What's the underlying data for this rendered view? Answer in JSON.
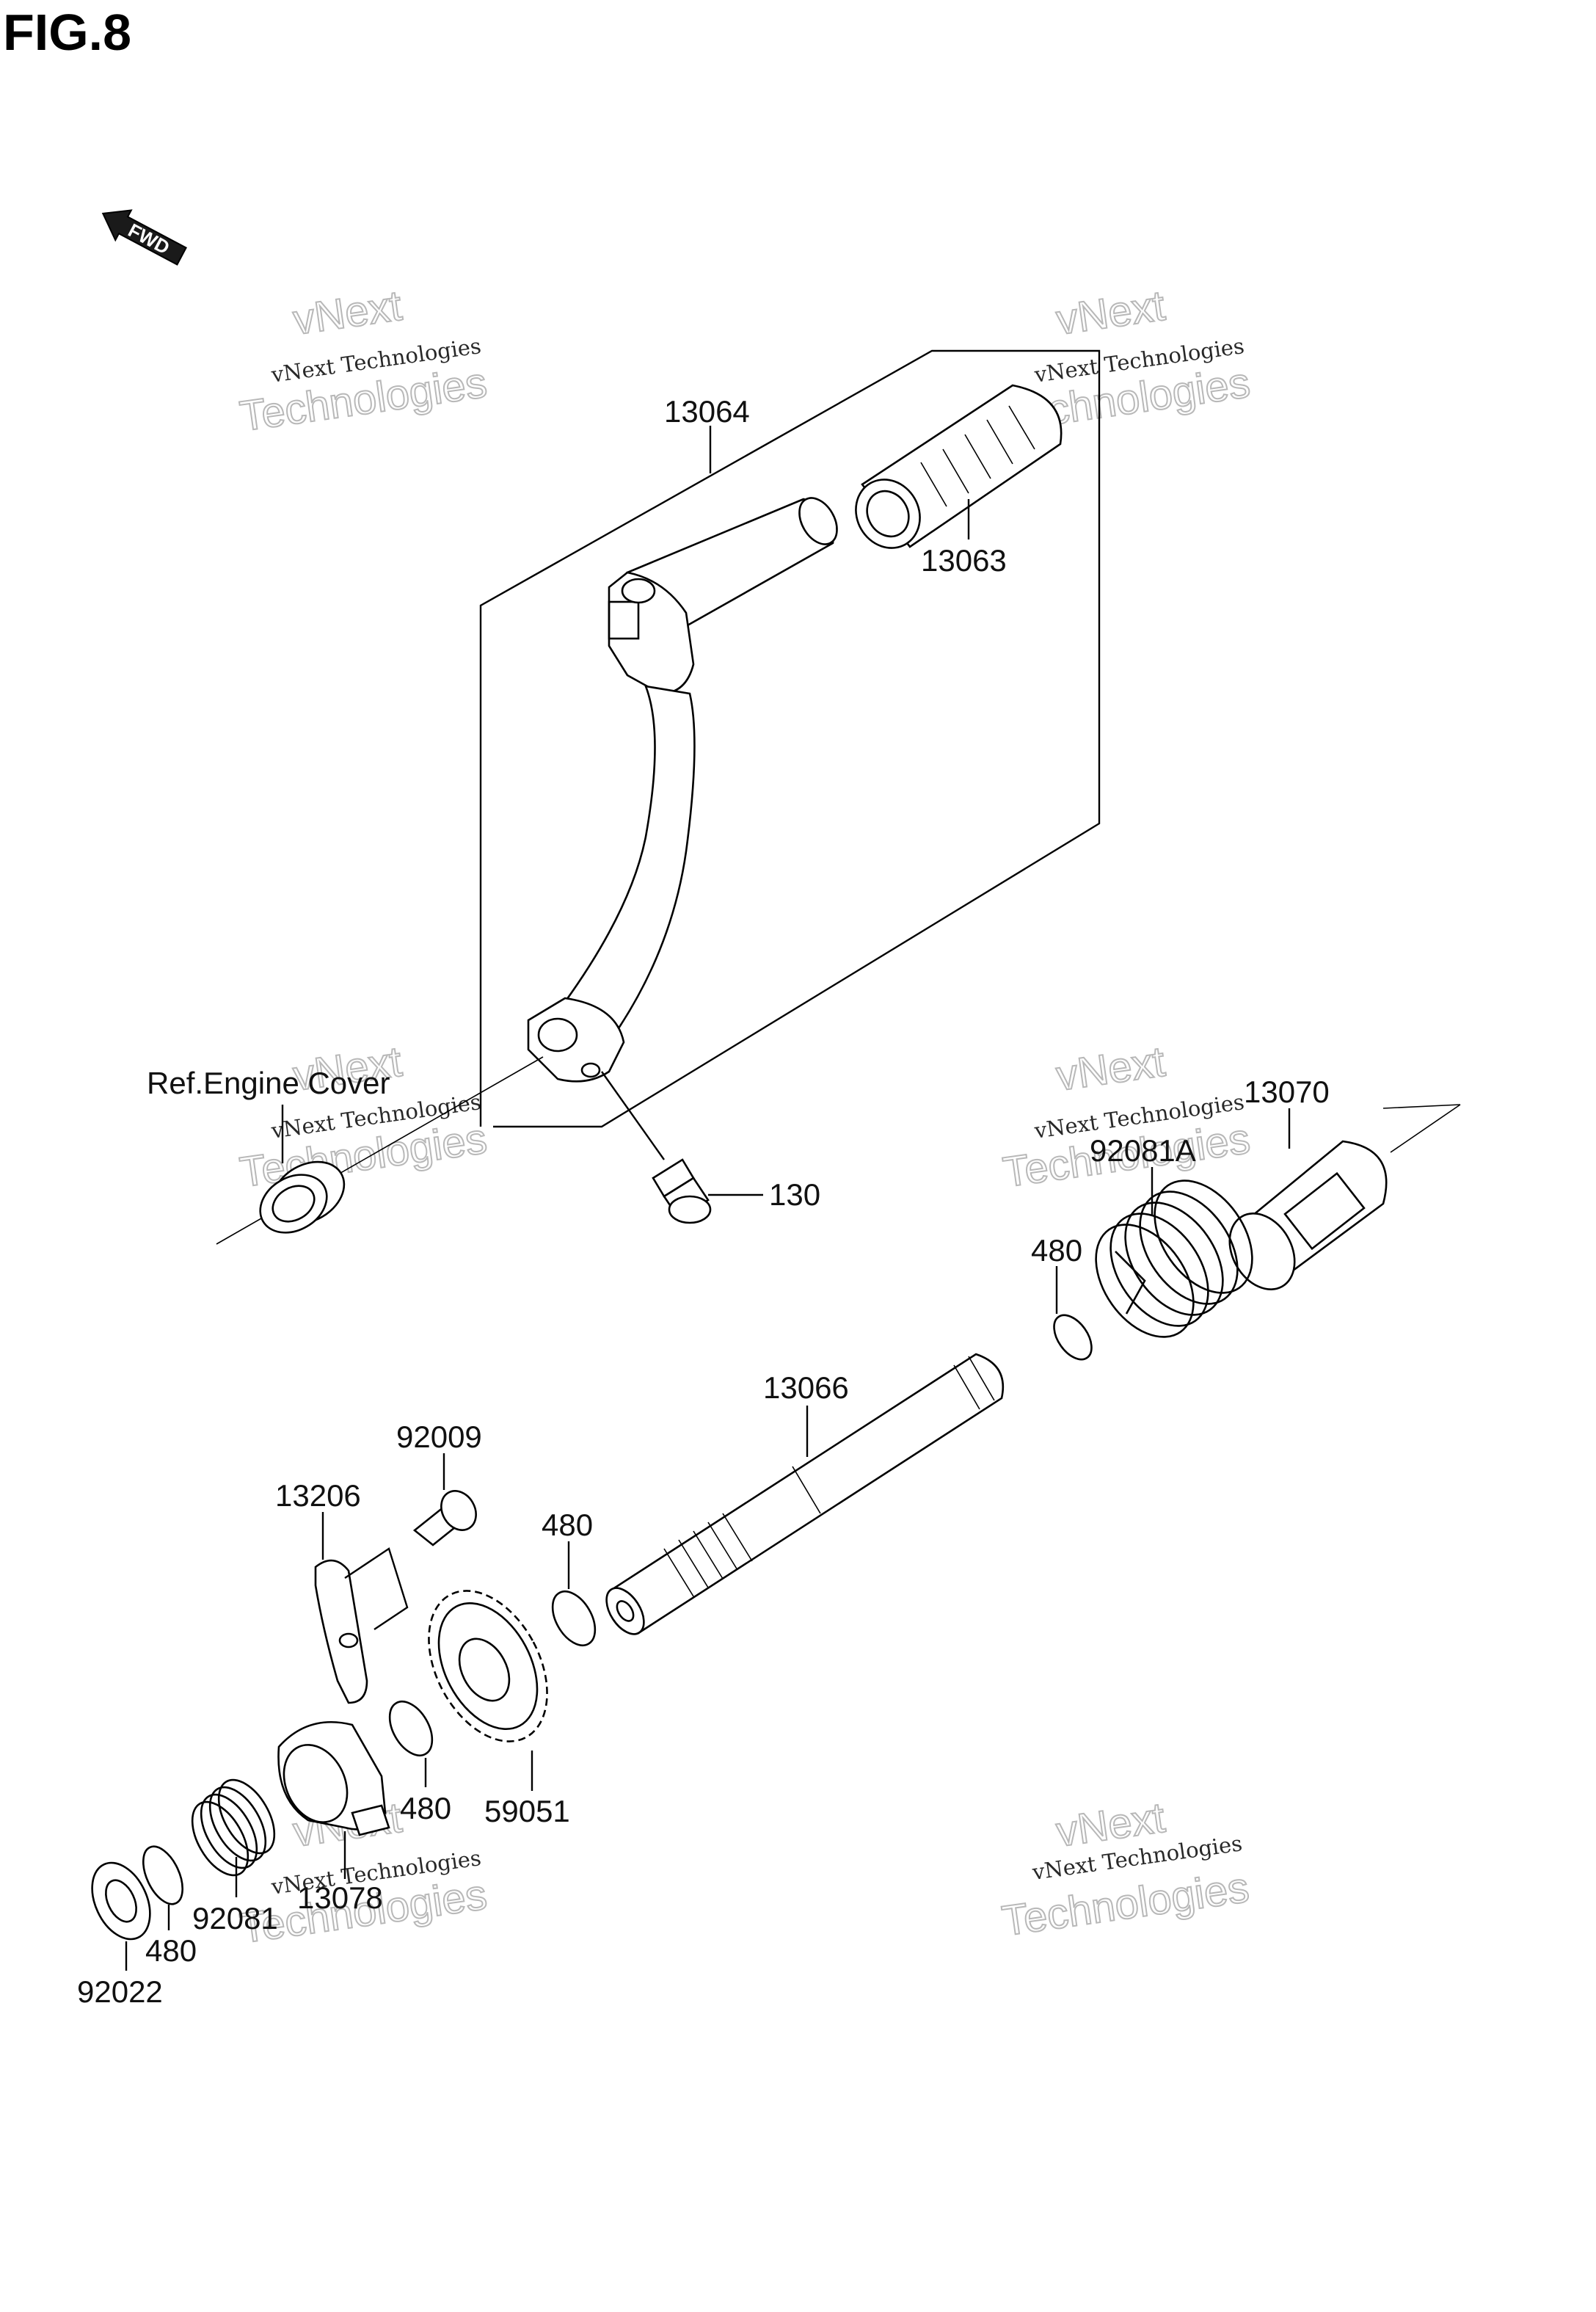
{
  "figure": {
    "title": "FIG.8"
  },
  "fwd_arrow": {
    "label": "FWD"
  },
  "reference": {
    "engine_cover": "Ref.Engine Cover"
  },
  "parts": {
    "p13064": "13064",
    "p13063": "13063",
    "p130": "130",
    "p13070": "13070",
    "p92081A": "92081A",
    "p480_spring": "480",
    "p13066": "13066",
    "p92009": "92009",
    "p13206": "13206",
    "p480_shaft": "480",
    "p59051": "59051",
    "p480_gear": "480",
    "p13078": "13078",
    "p92081": "92081",
    "p480_washer": "480",
    "p92022": "92022"
  },
  "watermark": {
    "line1": "vNext Technologies",
    "line2": "vNext",
    "line3": "Technologies"
  }
}
